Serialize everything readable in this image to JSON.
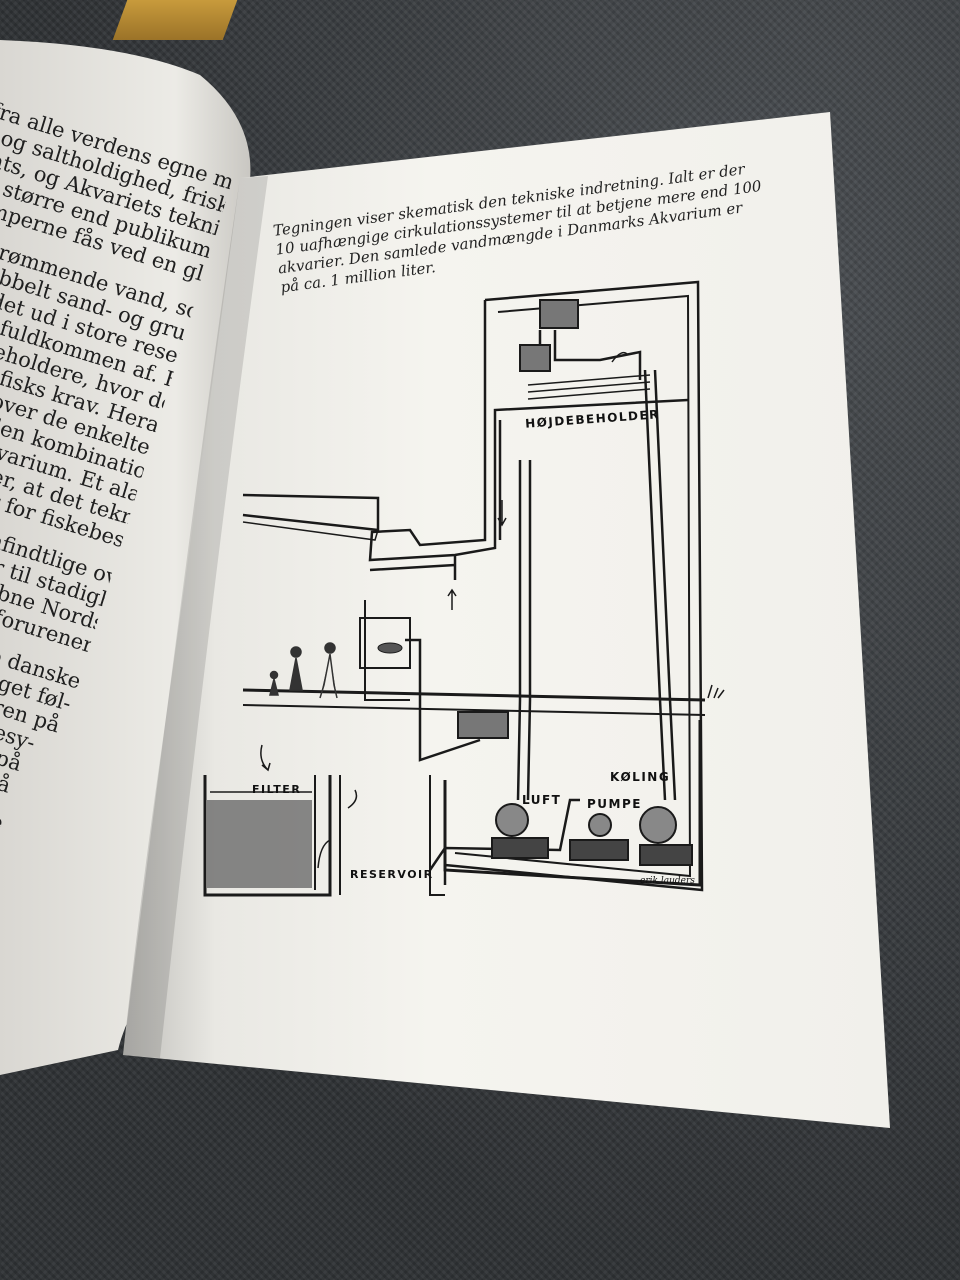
{
  "left_page": {
    "paragraphs": [
      [
        "fra alle verdens egne med højst for-",
        "r og saltholdighed, friske og rene",
        "nats, og Akvariets teknik optager",
        "lig større end publikumslokaler",
        "oumperne fås ved en glasvæg sto-"
      ],
      [
        "nt strømmende vand, som fra er",
        "er dobbelt sand- og grusfilter",
        "r vandet ud i store reservoirer",
        "klarer fuldkommen af. Fra disse",
        "højdebeholdere, hvor det sæt-",
        "enkelte fisks krav. Heraf løber",
        "iset, og over de enkelte akva-",
        "pe eller den kombination af",
        "ldende akvarium. Et alarm-",
        "nnem sikrer, at det tekniske",
        "ofale følger for fiskebestan-"
      ],
      [
        "ordentlig ømfindtlige over-",
        "olleres derfor til stadighed.",
        "skib fra den åbne Nordsø,",
        "r brakt og for forurener"
      ],
      [
        "vandsfisk fra de danske",
        "ændende, er meget føl-",
        "llbringer sommeren på",
        "er et effektivt kølesy-",
        "en generel køling på",
        "yderligere køling på"
      ],
      [
        "rer vand, det største"
      ]
    ]
  },
  "caption_lines": [
    "Tegningen viser skematisk den tekniske indretning. Ialt er der",
    "10 uafhængige cirkulationssystemer til at betjene mere end 100",
    "akvarier. Den samlede vandmængde i Danmarks Akvarium er",
    "på ca. 1 million liter."
  ],
  "diagram": {
    "labels": {
      "tank": "HØJDEBEHOLDER",
      "filter": "FILTER",
      "reservoir": "RESERVOIR",
      "air": "LUFT",
      "pump": "PUMPE",
      "cooling": "KØLING"
    },
    "signature": "erik lauders"
  },
  "colors": {
    "page": "#f1efe9",
    "ink": "#1a1a1a",
    "fabric": "#3a3d40"
  }
}
